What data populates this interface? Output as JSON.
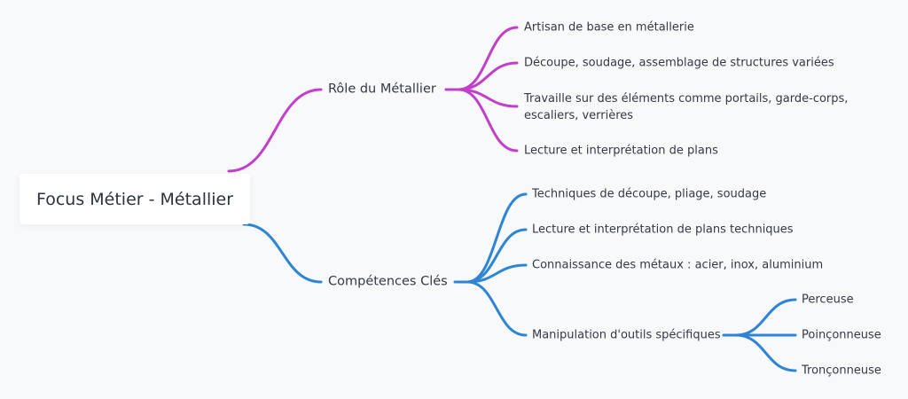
{
  "root": {
    "label": "Focus Métier - Métallier"
  },
  "colors": {
    "role": "#c23fcb",
    "competences": "#2f85d3"
  },
  "branches": [
    {
      "label": "Rôle du Métallier",
      "children": [
        {
          "label": "Artisan de base en métallerie"
        },
        {
          "label": "Découpe, soudage, assemblage de structures variées"
        },
        {
          "label": "Travaille sur des éléments comme portails, garde-corps, escaliers, verrières"
        },
        {
          "label": "Lecture et interprétation de plans"
        }
      ]
    },
    {
      "label": "Compétences Clés",
      "children": [
        {
          "label": "Techniques de découpe, pliage, soudage"
        },
        {
          "label": "Lecture et interprétation de plans techniques"
        },
        {
          "label": "Connaissance des métaux : acier, inox, aluminium"
        },
        {
          "label": "Manipulation d'outils spécifiques",
          "children": [
            {
              "label": "Perceuse"
            },
            {
              "label": "Poinçonneuse"
            },
            {
              "label": "Tronçonneuse"
            }
          ]
        }
      ]
    }
  ]
}
